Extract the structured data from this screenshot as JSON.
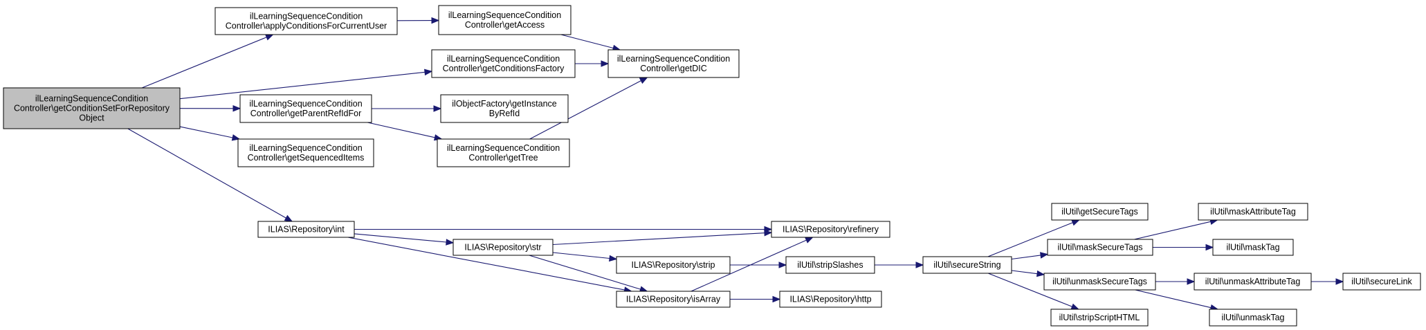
{
  "colors": {
    "edge": "#191970",
    "root_fill": "#bfbfbf",
    "node_fill": "#ffffff",
    "border": "#000000"
  },
  "nodes": [
    {
      "id": "root",
      "lines": [
        "ilLearningSequenceCondition",
        "Controller\\getConditionSetForRepository",
        "Object"
      ],
      "root": true
    },
    {
      "id": "applyConditions",
      "lines": [
        "ilLearningSequenceCondition",
        "Controller\\applyConditionsForCurrentUser"
      ]
    },
    {
      "id": "getAccess",
      "lines": [
        "ilLearningSequenceCondition",
        "Controller\\getAccess"
      ]
    },
    {
      "id": "getConditionsFactory",
      "lines": [
        "ilLearningSequenceCondition",
        "Controller\\getConditionsFactory"
      ]
    },
    {
      "id": "getDIC",
      "lines": [
        "ilLearningSequenceCondition",
        "Controller\\getDIC"
      ]
    },
    {
      "id": "getParentRefIdFor",
      "lines": [
        "ilLearningSequenceCondition",
        "Controller\\getParentRefIdFor"
      ]
    },
    {
      "id": "getInstanceByRefId",
      "lines": [
        "ilObjectFactory\\getInstance",
        "ByRefId"
      ]
    },
    {
      "id": "getSequencedItems",
      "lines": [
        "ilLearningSequenceCondition",
        "Controller\\getSequencedItems"
      ]
    },
    {
      "id": "getTree",
      "lines": [
        "ilLearningSequenceCondition",
        "Controller\\getTree"
      ]
    },
    {
      "id": "repoInt",
      "lines": [
        "ILIAS\\Repository\\int"
      ]
    },
    {
      "id": "repoStr",
      "lines": [
        "ILIAS\\Repository\\str"
      ]
    },
    {
      "id": "repoStrip",
      "lines": [
        "ILIAS\\Repository\\strip"
      ]
    },
    {
      "id": "repoIsArray",
      "lines": [
        "ILIAS\\Repository\\isArray"
      ]
    },
    {
      "id": "repoRefinery",
      "lines": [
        "ILIAS\\Repository\\refinery"
      ]
    },
    {
      "id": "repoHttp",
      "lines": [
        "ILIAS\\Repository\\http"
      ]
    },
    {
      "id": "stripSlashes",
      "lines": [
        "ilUtil\\stripSlashes"
      ]
    },
    {
      "id": "secureString",
      "lines": [
        "ilUtil\\secureString"
      ]
    },
    {
      "id": "getSecureTags",
      "lines": [
        "ilUtil\\getSecureTags"
      ]
    },
    {
      "id": "maskSecureTags",
      "lines": [
        "ilUtil\\maskSecureTags"
      ]
    },
    {
      "id": "unmaskSecureTags",
      "lines": [
        "ilUtil\\unmaskSecureTags"
      ]
    },
    {
      "id": "stripScriptHTML",
      "lines": [
        "ilUtil\\stripScriptHTML"
      ]
    },
    {
      "id": "maskAttributeTag",
      "lines": [
        "ilUtil\\maskAttributeTag"
      ]
    },
    {
      "id": "maskTag",
      "lines": [
        "ilUtil\\maskTag"
      ]
    },
    {
      "id": "unmaskAttributeTag",
      "lines": [
        "ilUtil\\unmaskAttributeTag"
      ]
    },
    {
      "id": "unmaskTag",
      "lines": [
        "ilUtil\\unmaskTag"
      ]
    },
    {
      "id": "secureLink",
      "lines": [
        "ilUtil\\secureLink"
      ]
    }
  ],
  "edges": [
    [
      "root",
      "applyConditions"
    ],
    [
      "root",
      "getConditionsFactory"
    ],
    [
      "root",
      "getParentRefIdFor"
    ],
    [
      "root",
      "getSequencedItems"
    ],
    [
      "root",
      "repoInt"
    ],
    [
      "applyConditions",
      "getAccess"
    ],
    [
      "getAccess",
      "getDIC"
    ],
    [
      "getConditionsFactory",
      "getDIC"
    ],
    [
      "getParentRefIdFor",
      "getInstanceByRefId"
    ],
    [
      "getParentRefIdFor",
      "getTree"
    ],
    [
      "getTree",
      "getDIC"
    ],
    [
      "repoInt",
      "repoRefinery"
    ],
    [
      "repoInt",
      "repoStr"
    ],
    [
      "repoInt",
      "repoIsArray"
    ],
    [
      "repoStr",
      "repoRefinery"
    ],
    [
      "repoStr",
      "repoStrip"
    ],
    [
      "repoStr",
      "repoIsArray"
    ],
    [
      "repoStrip",
      "stripSlashes"
    ],
    [
      "repoIsArray",
      "repoRefinery"
    ],
    [
      "repoIsArray",
      "repoHttp"
    ],
    [
      "stripSlashes",
      "secureString"
    ],
    [
      "secureString",
      "getSecureTags"
    ],
    [
      "secureString",
      "maskSecureTags"
    ],
    [
      "secureString",
      "unmaskSecureTags"
    ],
    [
      "secureString",
      "stripScriptHTML"
    ],
    [
      "maskSecureTags",
      "maskAttributeTag"
    ],
    [
      "maskSecureTags",
      "maskTag"
    ],
    [
      "unmaskSecureTags",
      "unmaskAttributeTag"
    ],
    [
      "unmaskSecureTags",
      "unmaskTag"
    ],
    [
      "unmaskAttributeTag",
      "secureLink"
    ]
  ]
}
